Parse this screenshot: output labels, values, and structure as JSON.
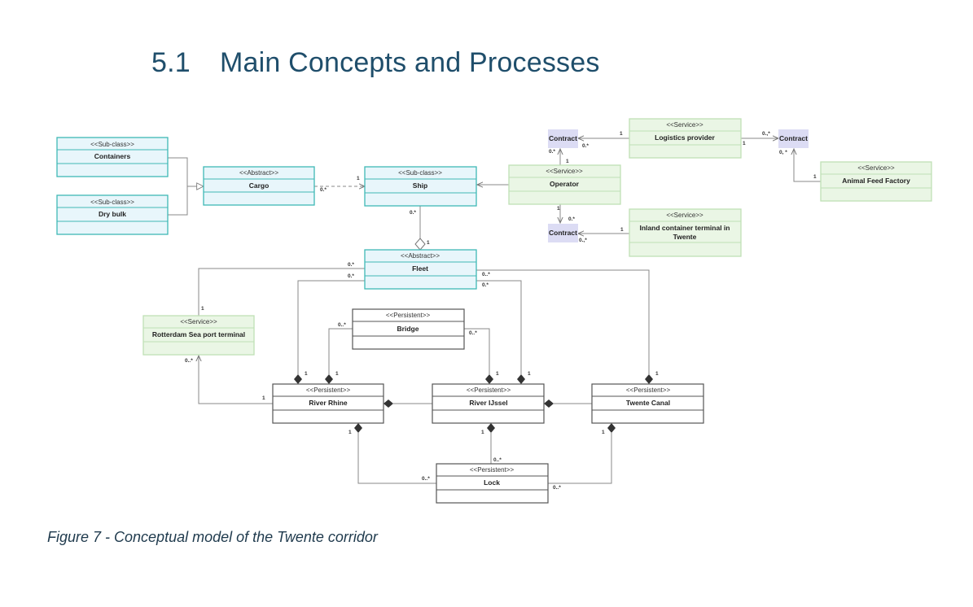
{
  "heading": {
    "number": "5.1",
    "title": "Main Concepts and Processes"
  },
  "caption": "Figure 7 - Conceptual model of the Twente corridor",
  "classes": {
    "containers": {
      "stereotype": "<<Sub-class>>",
      "name": "Containers"
    },
    "dry_bulk": {
      "stereotype": "<<Sub-class>>",
      "name": "Dry bulk"
    },
    "cargo": {
      "stereotype": "<<Abstract>>",
      "name": "Cargo"
    },
    "ship": {
      "stereotype": "<<Sub-class>>",
      "name": "Ship"
    },
    "operator": {
      "stereotype": "<<Service>>",
      "name": "Operator"
    },
    "logistics": {
      "stereotype": "<<Service>>",
      "name": "Logistics provider"
    },
    "animal_feed": {
      "stereotype": "<<Service>>",
      "name": "Animal Feed Factory"
    },
    "inland_terminal": {
      "stereotype": "<<Service>>",
      "name_line1": "Inland container terminal  in",
      "name_line2": "Twente"
    },
    "fleet": {
      "stereotype": "<<Abstract>>",
      "name": "Fleet"
    },
    "rotterdam": {
      "stereotype": "<<Service>>",
      "name": "Rotterdam Sea port terminal"
    },
    "bridge": {
      "stereotype": "<<Persistent>>",
      "name": "Bridge"
    },
    "rhine": {
      "stereotype": "<<Persistent>>",
      "name": "River Rhine"
    },
    "ijssel": {
      "stereotype": "<<Persistent>>",
      "name": "River IJssel"
    },
    "twente_canal": {
      "stereotype": "<<Persistent>>",
      "name": "Twente Canal"
    },
    "lock": {
      "stereotype": "<<Persistent>>",
      "name": "Lock"
    }
  },
  "contracts": [
    "Contract",
    "Contract",
    "Contract"
  ],
  "multiplicities": {
    "one": "1",
    "many_dot": "0..*",
    "many_comma": "0.,*",
    "many_plain": "0.*",
    "many_space": "0, *"
  },
  "colors": {
    "teal_border": "#3fb8b5",
    "teal_fill": "#e8f6fb",
    "green_border": "#bfe0b5",
    "green_fill": "#eaf6e5",
    "grey_border": "#555555",
    "contract_fill": "#dcdcf4",
    "line": "#888888"
  }
}
